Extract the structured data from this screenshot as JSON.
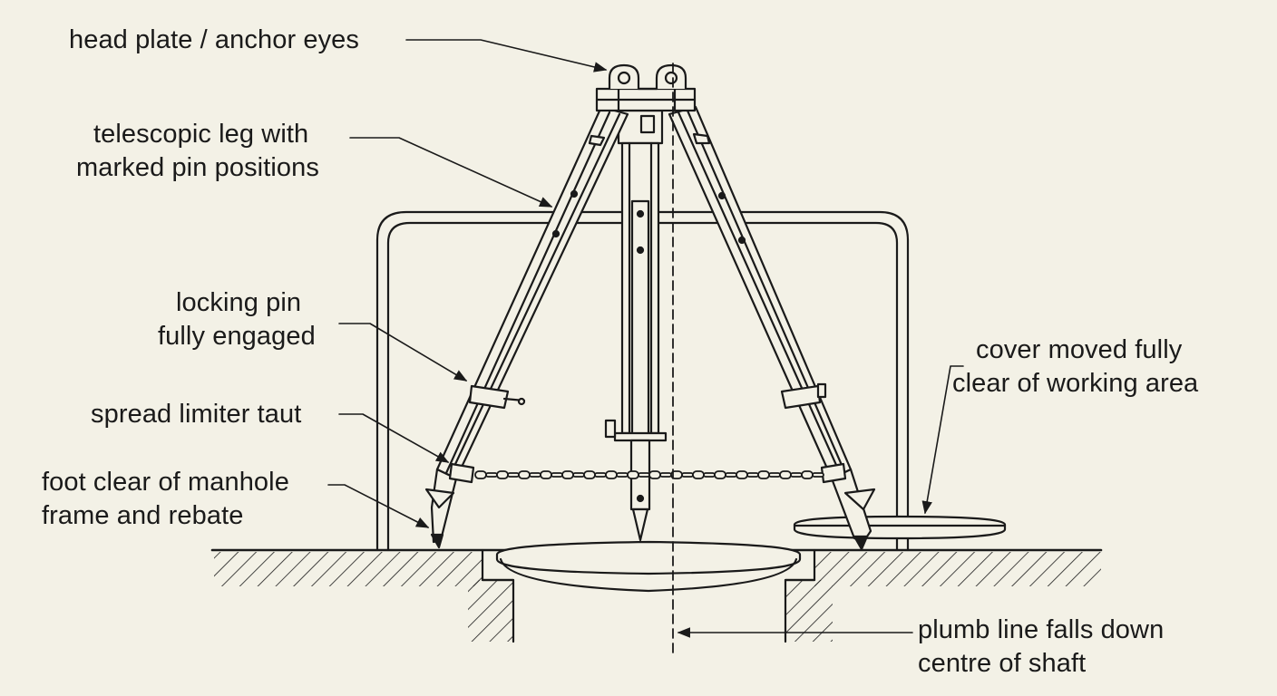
{
  "labels": {
    "head_plate": "head plate / anchor eyes",
    "telescopic_leg": [
      "telescopic leg with",
      "marked pin positions"
    ],
    "locking_pin": [
      "locking pin",
      "fully engaged"
    ],
    "spread_limiter": "spread limiter taut",
    "foot_clear": [
      "foot clear of manhole",
      "frame and rebate"
    ],
    "cover_moved": [
      "cover moved fully",
      "clear of working area"
    ],
    "plumb_line": [
      "plumb line falls down",
      "centre of shaft"
    ]
  },
  "colors": {
    "background": "#f3f1e6",
    "line": "#1a1a1a"
  }
}
